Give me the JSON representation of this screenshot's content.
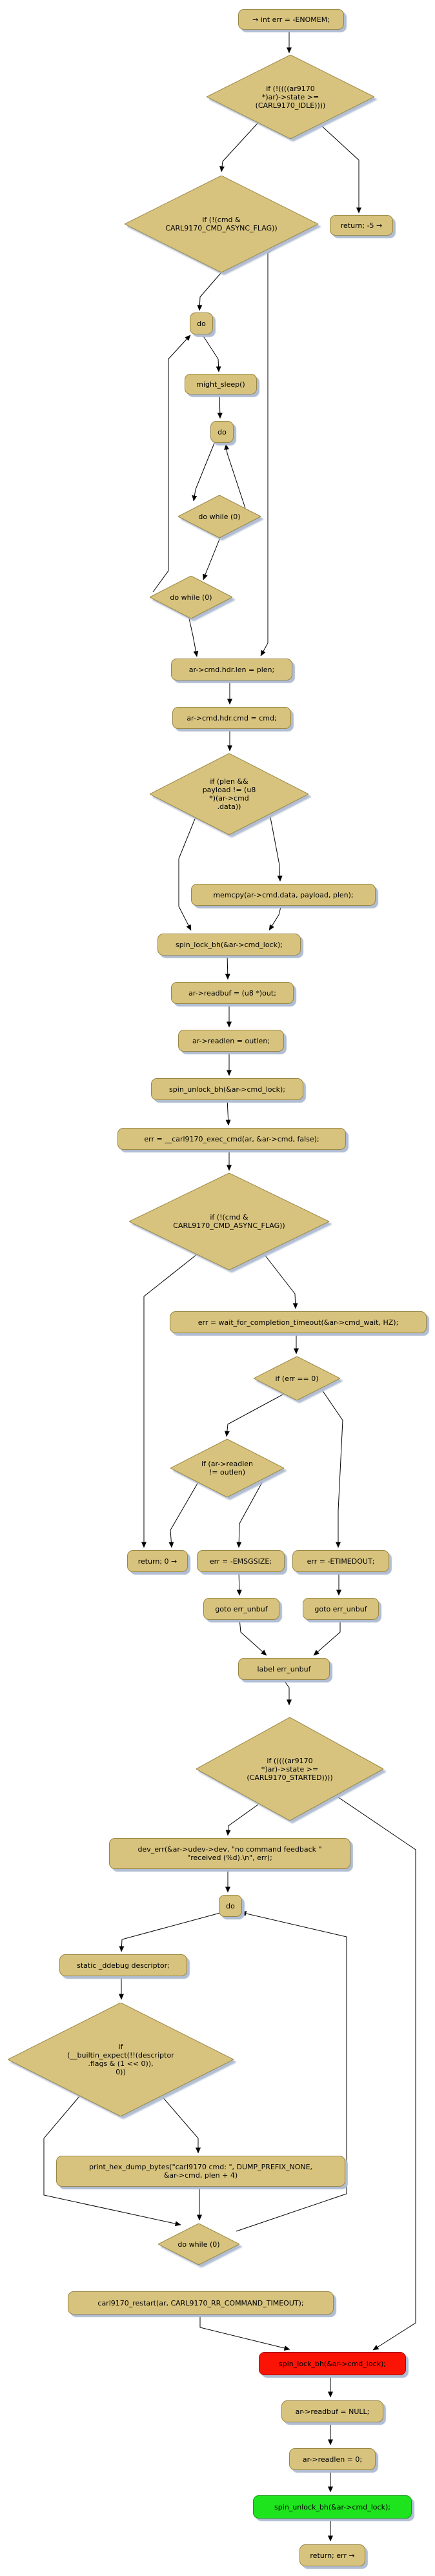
{
  "diagram": {
    "title": "carl9170_exec_cmd control-flow graph",
    "colors": {
      "node_fill": "#d7c37e",
      "node_border": "#9a8745",
      "shadow": "#b0bdd2",
      "highlight_red": "#fb1405",
      "highlight_green": "#1ee41e",
      "edge": "#000000",
      "background": "#ffffff"
    },
    "nodes": [
      {
        "id": "entry",
        "shape": "box",
        "color": "default",
        "text": "→ int err = -ENOMEM;"
      },
      {
        "id": "if-state-idle",
        "shape": "diamond",
        "color": "default",
        "text": "if (!((((ar9170\n*)ar)->state >=\n(CARL9170_IDLE))))"
      },
      {
        "id": "if-not-async-1",
        "shape": "diamond",
        "color": "default",
        "text": "if (!(cmd &\nCARL9170_CMD_ASYNC_FLAG))"
      },
      {
        "id": "return-minus5",
        "shape": "box",
        "color": "default",
        "text": "return; -5 →"
      },
      {
        "id": "do-outer",
        "shape": "box",
        "color": "default",
        "text": "do"
      },
      {
        "id": "might-sleep",
        "shape": "box",
        "color": "default",
        "text": "might_sleep()"
      },
      {
        "id": "do-inner",
        "shape": "box",
        "color": "default",
        "text": "do"
      },
      {
        "id": "do-while-inner",
        "shape": "diamond",
        "color": "default",
        "text": "do while (0)"
      },
      {
        "id": "do-while-outer",
        "shape": "diamond",
        "color": "default",
        "text": "do while (0)"
      },
      {
        "id": "set-hdr-len",
        "shape": "box",
        "color": "default",
        "text": "ar->cmd.hdr.len = plen;"
      },
      {
        "id": "set-hdr-cmd",
        "shape": "box",
        "color": "default",
        "text": "ar->cmd.hdr.cmd = cmd;"
      },
      {
        "id": "if-plen-payload",
        "shape": "diamond",
        "color": "default",
        "text": "if (plen &&\npayload != (u8\n*)(ar->cmd\n.data))"
      },
      {
        "id": "memcpy",
        "shape": "box",
        "color": "default",
        "text": "memcpy(ar->cmd.data, payload, plen);"
      },
      {
        "id": "spin-lock",
        "shape": "box",
        "color": "default",
        "text": "spin_lock_bh(&ar->cmd_lock);"
      },
      {
        "id": "set-readbuf",
        "shape": "box",
        "color": "default",
        "text": "ar->readbuf = (u8 *)out;"
      },
      {
        "id": "set-readlen",
        "shape": "box",
        "color": "default",
        "text": "ar->readlen = outlen;"
      },
      {
        "id": "spin-unlock",
        "shape": "box",
        "color": "default",
        "text": "spin_unlock_bh(&ar->cmd_lock);"
      },
      {
        "id": "exec-cmd",
        "shape": "box",
        "color": "default",
        "text": "err = __carl9170_exec_cmd(ar, &ar->cmd, false);"
      },
      {
        "id": "if-not-async-2",
        "shape": "diamond",
        "color": "default",
        "text": "if (!(cmd &\nCARL9170_CMD_ASYNC_FLAG))"
      },
      {
        "id": "wait-for-completion",
        "shape": "box",
        "color": "default",
        "text": "err = wait_for_completion_timeout(&ar->cmd_wait, HZ);"
      },
      {
        "id": "if-err-0",
        "shape": "diamond",
        "color": "default",
        "text": "if (err == 0)"
      },
      {
        "id": "if-readlen-outlen",
        "shape": "diamond",
        "color": "default",
        "text": "if (ar->readlen\n!= outlen)"
      },
      {
        "id": "return-0",
        "shape": "box",
        "color": "default",
        "text": "return; 0 →"
      },
      {
        "id": "err-emsgsize",
        "shape": "box",
        "color": "default",
        "text": "err = -EMSGSIZE;"
      },
      {
        "id": "err-etimedout",
        "shape": "box",
        "color": "default",
        "text": "err = -ETIMEDOUT;"
      },
      {
        "id": "goto-err-unbuf-1",
        "shape": "box",
        "color": "default",
        "text": "goto err_unbuf"
      },
      {
        "id": "goto-err-unbuf-2",
        "shape": "box",
        "color": "default",
        "text": "goto err_unbuf"
      },
      {
        "id": "label-err-unbuf",
        "shape": "box",
        "color": "default",
        "text": "label err_unbuf"
      },
      {
        "id": "if-state-started",
        "shape": "diamond",
        "color": "default",
        "text": "if (((((ar9170\n*)ar)->state >=\n(CARL9170_STARTED))))"
      },
      {
        "id": "dev-err",
        "shape": "box",
        "color": "default",
        "text": "dev_err(&ar->udev->dev, \"no command feedback \"\n\"received (%d).\\n\", err);"
      },
      {
        "id": "do-debug",
        "shape": "box",
        "color": "default",
        "text": "do"
      },
      {
        "id": "ddebug-descriptor",
        "shape": "box",
        "color": "default",
        "text": "static _ddebug descriptor;"
      },
      {
        "id": "if-builtin-expect",
        "shape": "diamond",
        "color": "default",
        "text": "if\n(__builtin_expect(!!(descriptor\n.flags & (1 << 0)),\n0))"
      },
      {
        "id": "print-hex-dump",
        "shape": "box",
        "color": "default",
        "text": "print_hex_dump_bytes(\"carl9170 cmd: \", DUMP_PREFIX_NONE,\n&ar->cmd, plen + 4)"
      },
      {
        "id": "do-while-debug",
        "shape": "diamond",
        "color": "default",
        "text": "do while (0)"
      },
      {
        "id": "carl9170-restart",
        "shape": "box",
        "color": "default",
        "text": "carl9170_restart(ar, CARL9170_RR_COMMAND_TIMEOUT);"
      },
      {
        "id": "spin-lock-highlighted",
        "shape": "box",
        "color": "red",
        "text": "spin_lock_bh(&ar->cmd_lock);"
      },
      {
        "id": "readbuf-null",
        "shape": "box",
        "color": "default",
        "text": "ar->readbuf = NULL;"
      },
      {
        "id": "readlen-0",
        "shape": "box",
        "color": "default",
        "text": "ar->readlen = 0;"
      },
      {
        "id": "spin-unlock-highlighted",
        "shape": "box",
        "color": "green",
        "text": "spin_unlock_bh(&ar->cmd_lock);"
      },
      {
        "id": "return-err",
        "shape": "box",
        "color": "default",
        "text": "return; err →"
      }
    ]
  }
}
